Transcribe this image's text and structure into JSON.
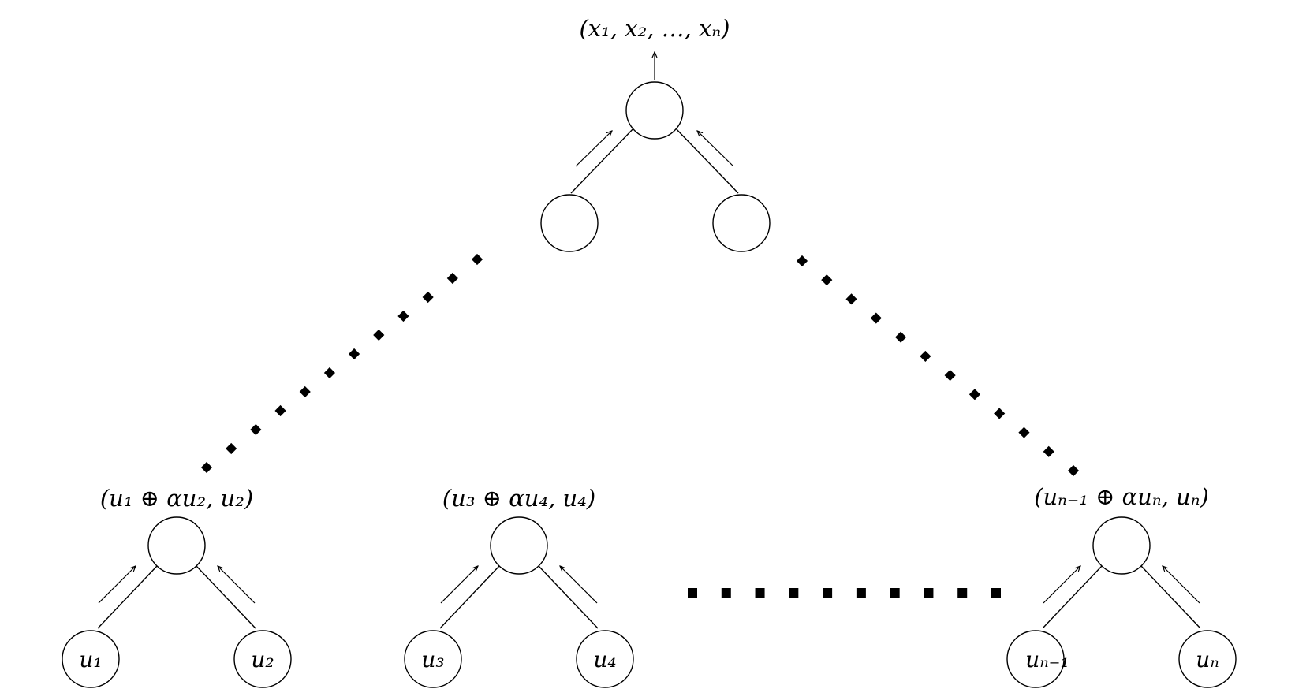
{
  "diagram": {
    "root": {
      "label": "(x₁, x₂, …, xₙ)"
    },
    "groups": [
      {
        "label": "(u₁ ⊕ αu₂, u₂)",
        "left_leaf": "u₁",
        "right_leaf": "u₂"
      },
      {
        "label": "(u₃ ⊕ αu₄, u₄)",
        "left_leaf": "u₃",
        "right_leaf": "u₄"
      },
      {
        "label": "(uₙ₋₁ ⊕ αuₙ, uₙ)",
        "left_leaf": "uₙ₋₁",
        "right_leaf": "uₙ"
      }
    ]
  }
}
